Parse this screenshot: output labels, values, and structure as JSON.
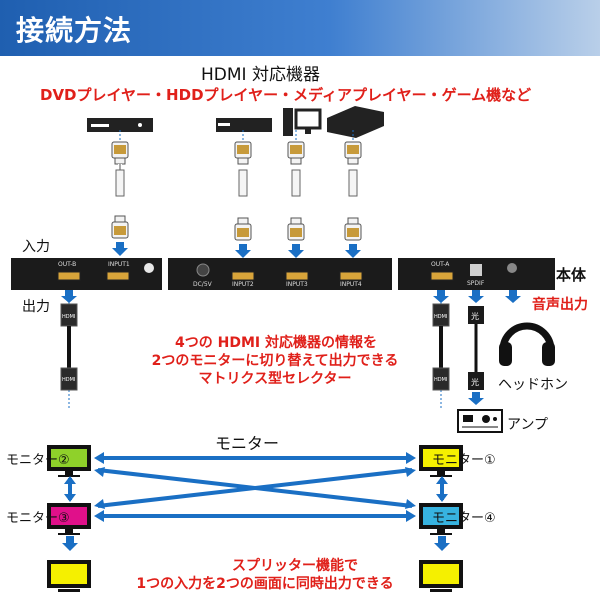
{
  "banner": {
    "title": "接続方法"
  },
  "sources": {
    "heading": "HDMI 対応機器",
    "devices_caption": "DVDプレイヤー・HDDプレイヤー・メディアプレイヤー・ゲーム機など"
  },
  "unit": {
    "name": "本体",
    "input_label": "入力",
    "output_label": "出力",
    "audio_out_label": "音声出力",
    "ports": {
      "out_b": "OUT-B",
      "input1": "INPUT1",
      "dc": "DC/5V",
      "input2": "INPUT2",
      "input3": "INPUT3",
      "input4": "INPUT4",
      "out_a": "OUT-A",
      "spdif": "SPDIF"
    }
  },
  "cables": {
    "connector_text": "HDMI",
    "optical_text": "光"
  },
  "description": {
    "line1": "4つの HDMI 対応機器の情報を",
    "line2": "2つのモニターに切り替えて出力できる",
    "line3": "マトリクス型セレクター"
  },
  "audio": {
    "headphone_label": "ヘッドホン",
    "amp_label": "アンプ"
  },
  "monitors": {
    "heading": "モニター",
    "m1": "モニター①",
    "m2": "モニター②",
    "m3": "モニター③",
    "m4": "モニター④"
  },
  "splitter": {
    "line1": "スプリッター機能で",
    "line2": "1つの入力を2つの画面に同時出力できる"
  },
  "colors": {
    "banner": "#1f5fb0",
    "emphasis_text": "#e0201a",
    "arrow": "#1a6fc4",
    "monitor_2": "#8fd12a",
    "monitor_3": "#e0108a",
    "monitor_1": "#f5f000",
    "monitor_4": "#37b3e0",
    "monitor_split": "#f5f000"
  }
}
